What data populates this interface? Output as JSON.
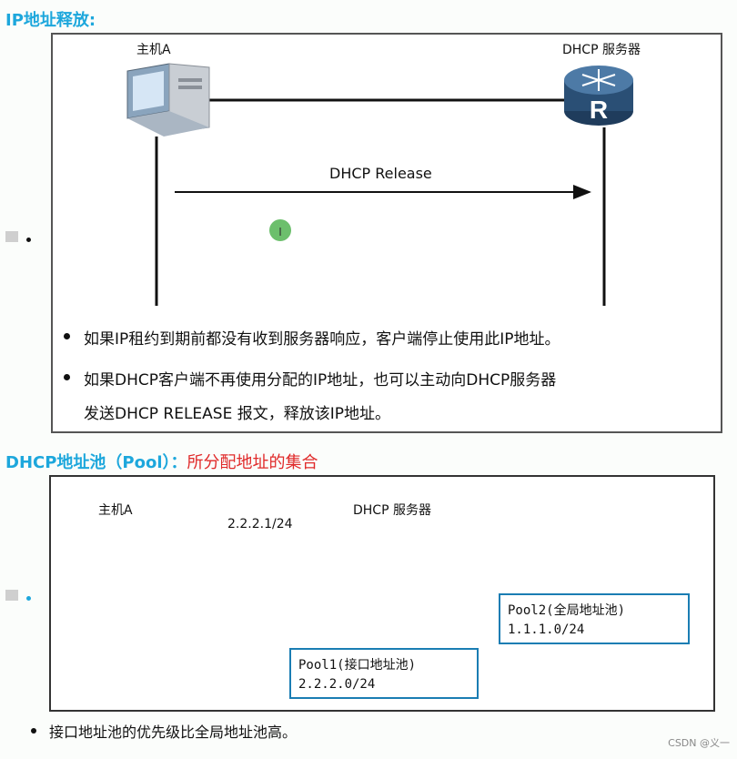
{
  "section1": {
    "title": "IP地址释放:",
    "host_label": "主机A",
    "server_label": "DHCP 服务器",
    "arrow_label": "DHCP Release",
    "bullets": [
      "如果IP租约到期前都没有收到服务器响应，客户端停止使用此IP地址。",
      "如果DHCP客户端不再使用分配的IP地址，也可以主动向DHCP服务器",
      "发送DHCP RELEASE 报文，释放该IP地址。"
    ]
  },
  "section2": {
    "title_prefix": "DHCP地址池（Pool）：",
    "title_red": "所分配地址的集合",
    "host_label": "主机A",
    "server_label": "DHCP 服务器",
    "arrow_label": "2.2.2.1/24",
    "pool1": {
      "name": "Pool1(接口地址池)",
      "subnet": "2.2.2.0/24"
    },
    "pool2": {
      "name": "Pool2(全局地址池)",
      "subnet": "1.1.1.0/24"
    },
    "bullet": "接口地址池的优先级比全局地址池高。"
  },
  "watermark": "CSDN @义一",
  "colors": {
    "heading": "#1da7dc",
    "highlight": "#e02a2a",
    "pool_border": "#1a7db3",
    "router_body": "#2a4f75",
    "cursor_dot": "#6cbf6c"
  }
}
